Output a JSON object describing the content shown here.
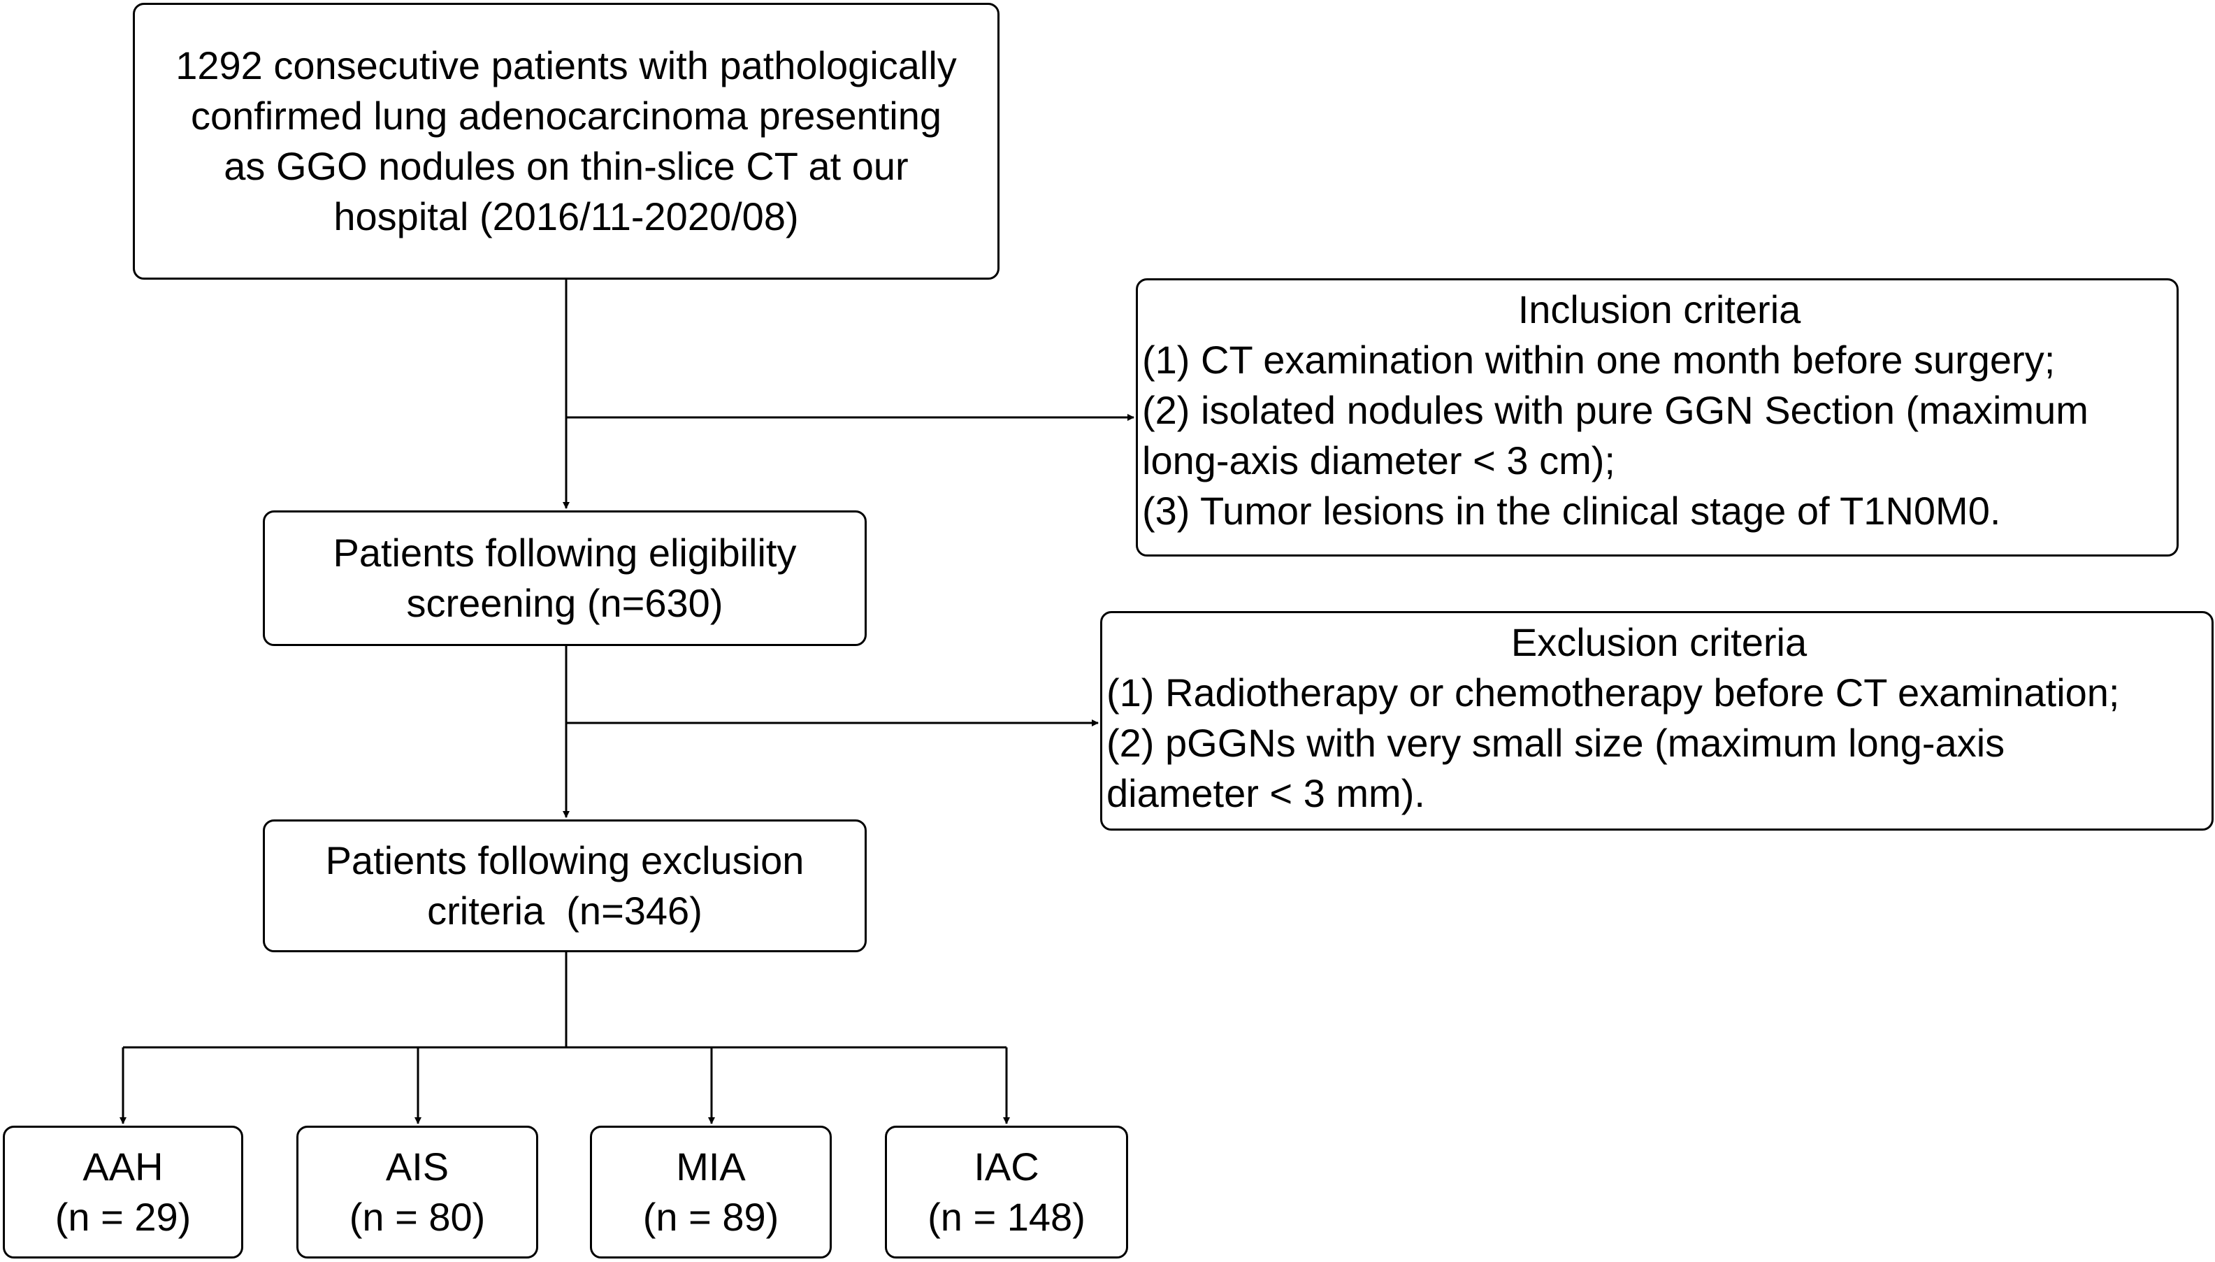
{
  "flowchart": {
    "start": {
      "lines": [
        "1292 consecutive patients with pathologically",
        "confirmed lung adenocarcinoma presenting",
        "as GGO nodules on thin-slice CT at our",
        "hospital (2016/11-2020/08)"
      ]
    },
    "inclusion": {
      "heading": "Inclusion criteria",
      "items": [
        "(1) CT examination within one month before surgery;",
        "(2) isolated nodules with pure GGN Section (maximum",
        "long-axis diameter < 3 cm);",
        "(3) Tumor lesions in the clinical stage of T1N0M0."
      ]
    },
    "eligibility": {
      "lines": [
        "Patients following eligibility",
        "screening (n=630)"
      ]
    },
    "exclusion": {
      "heading": "Exclusion criteria",
      "items": [
        "(1) Radiotherapy or chemotherapy before CT examination;",
        "(2) pGGNs with very small size (maximum long-axis",
        "diameter < 3 mm)."
      ]
    },
    "after_exclusion": {
      "lines": [
        "Patients following exclusion",
        "criteria  (n=346)"
      ]
    },
    "groups": [
      {
        "name": "AAH",
        "count": "(n = 29)"
      },
      {
        "name": "AIS",
        "count": "(n = 80)"
      },
      {
        "name": "MIA",
        "count": "(n = 89)"
      },
      {
        "name": "IAC",
        "count": "(n = 148)"
      }
    ]
  }
}
